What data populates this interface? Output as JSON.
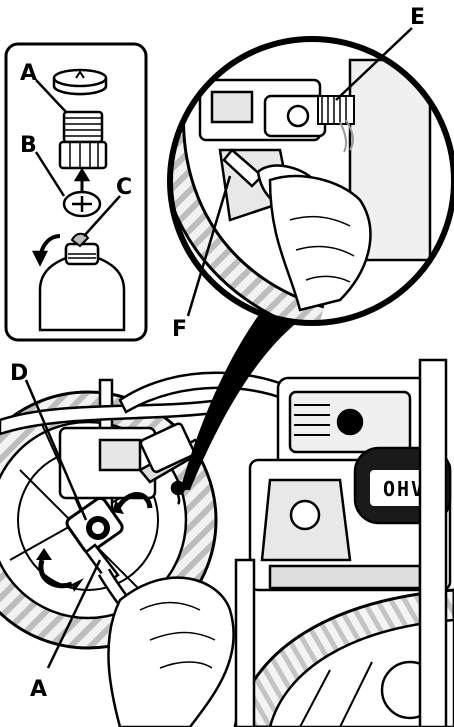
{
  "callouts": {
    "a_top": "A",
    "b": "B",
    "c": "C",
    "d": "D",
    "e": "E",
    "f": "F",
    "a_bottom": "A"
  },
  "engine_badge": "OHV"
}
